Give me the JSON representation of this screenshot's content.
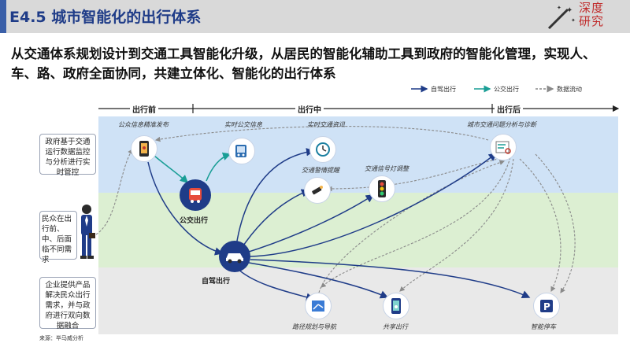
{
  "title": "E4.5 城市智能化的出行体系",
  "subtitle": "从交通体系规划设计到交通工具智能化升级，从居民的智能化辅助工具到政府的智能化管理，实现人、车、路、政府全面协同，共建立体化、智能化的出行体系",
  "legend": {
    "self_driving": "自驾出行",
    "public_transit": "公交出行",
    "data_flow": "数据流动"
  },
  "phases": {
    "before": "出行前",
    "during": "出行中",
    "after": "出行后"
  },
  "left_labels": {
    "government": "政府基于交通运行数据监控与分析进行实时管控",
    "citizen": "民众在出行前、中、后面临不同需求",
    "enterprise": "企业提供产品解决民众出行需求，并与政府进行双向数据融合"
  },
  "nodes": {
    "info_release": "公众信息精准发布",
    "realtime_bus": "实时公交信息",
    "realtime_traffic": "实时交通资讯",
    "city_analysis": "城市交通问题分析与诊断",
    "alert": "交通警情提醒",
    "signal": "交通信号灯调整",
    "public_travel": "公交出行",
    "self_drive": "自驾出行",
    "route": "路径规划与导航",
    "share": "共享出行",
    "parking": "智能停车"
  },
  "source": "来源：毕马威分析",
  "logo": [
    "深度",
    "研究"
  ],
  "colors": {
    "self_driving": "#1f3c88",
    "public_transit": "#1a9e96",
    "data_flow": "#8a8a8a",
    "band_gov": "#cfe2f6",
    "band_citizen": "#dcefd2",
    "band_enterprise": "#e9e9e9"
  }
}
